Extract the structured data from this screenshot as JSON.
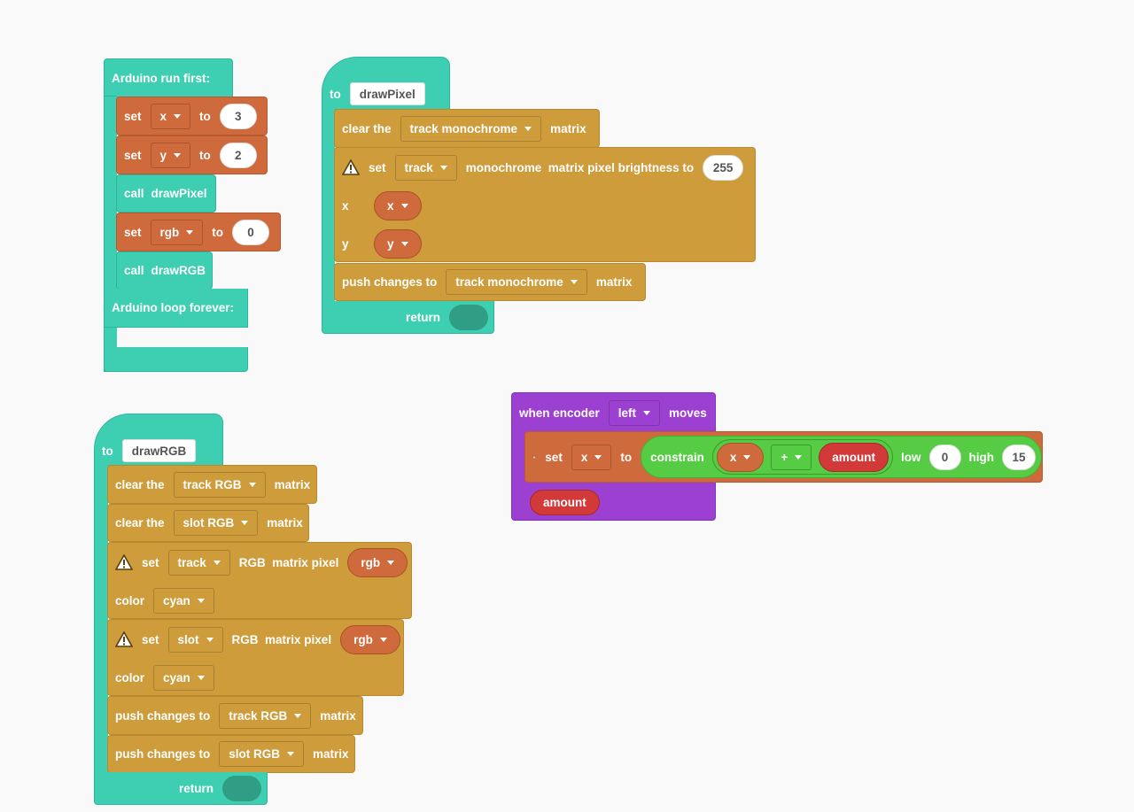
{
  "run_first": {
    "header": "Arduino run first:",
    "set1": {
      "set": "set",
      "var": "x",
      "to": "to",
      "value": "3"
    },
    "set2": {
      "set": "set",
      "var": "y",
      "to": "to",
      "value": "2"
    },
    "call1": {
      "call": "call",
      "name": "drawPixel"
    },
    "set3": {
      "set": "set",
      "var": "rgb",
      "to": "to",
      "value": "0"
    },
    "call2": {
      "call": "call",
      "name": "drawRGB"
    },
    "loop": "Arduino loop forever:"
  },
  "draw_pixel": {
    "to": "to",
    "name": "drawPixel",
    "clear": {
      "prefix": "clear the",
      "matrix": "track monochrome",
      "suffix": "matrix"
    },
    "set_pixel": {
      "set": "set",
      "target": "track",
      "mid": "monochrome  matrix pixel brightness to",
      "value": "255",
      "x_label": "x",
      "x_var": "x",
      "y_label": "y",
      "y_var": "y"
    },
    "push": {
      "prefix": "push changes to",
      "matrix": "track monochrome",
      "suffix": "matrix"
    },
    "return": "return"
  },
  "draw_rgb": {
    "to": "to",
    "name": "drawRGB",
    "clear1": {
      "prefix": "clear the",
      "matrix": "track RGB",
      "suffix": "matrix"
    },
    "clear2": {
      "prefix": "clear the",
      "matrix": "slot RGB",
      "suffix": "matrix"
    },
    "set1": {
      "set": "set",
      "target": "track",
      "mid": "RGB  matrix pixel",
      "var": "rgb",
      "color_label": "color",
      "color": "cyan"
    },
    "set2": {
      "set": "set",
      "target": "slot",
      "mid": "RGB  matrix pixel",
      "var": "rgb",
      "color_label": "color",
      "color": "cyan"
    },
    "push1": {
      "prefix": "push changes to",
      "matrix": "track RGB",
      "suffix": "matrix"
    },
    "push2": {
      "prefix": "push changes to",
      "matrix": "slot RGB",
      "suffix": "matrix"
    },
    "return": "return"
  },
  "encoder": {
    "when": "when encoder",
    "dir": "left",
    "moves": "moves",
    "set": "set",
    "var": "x",
    "to": "to",
    "constrain": "constrain",
    "lhs": "x",
    "op": "+",
    "rhs": "amount",
    "low_label": "low",
    "low": "0",
    "high_label": "high",
    "high": "15",
    "param": "amount"
  },
  "colors": {
    "teal": "#3ecfb2",
    "orange": "#ce6a3b",
    "gold": "#cf9c3c",
    "purple": "#9c40d1",
    "green": "#55cc44",
    "red": "#d23a3a"
  }
}
